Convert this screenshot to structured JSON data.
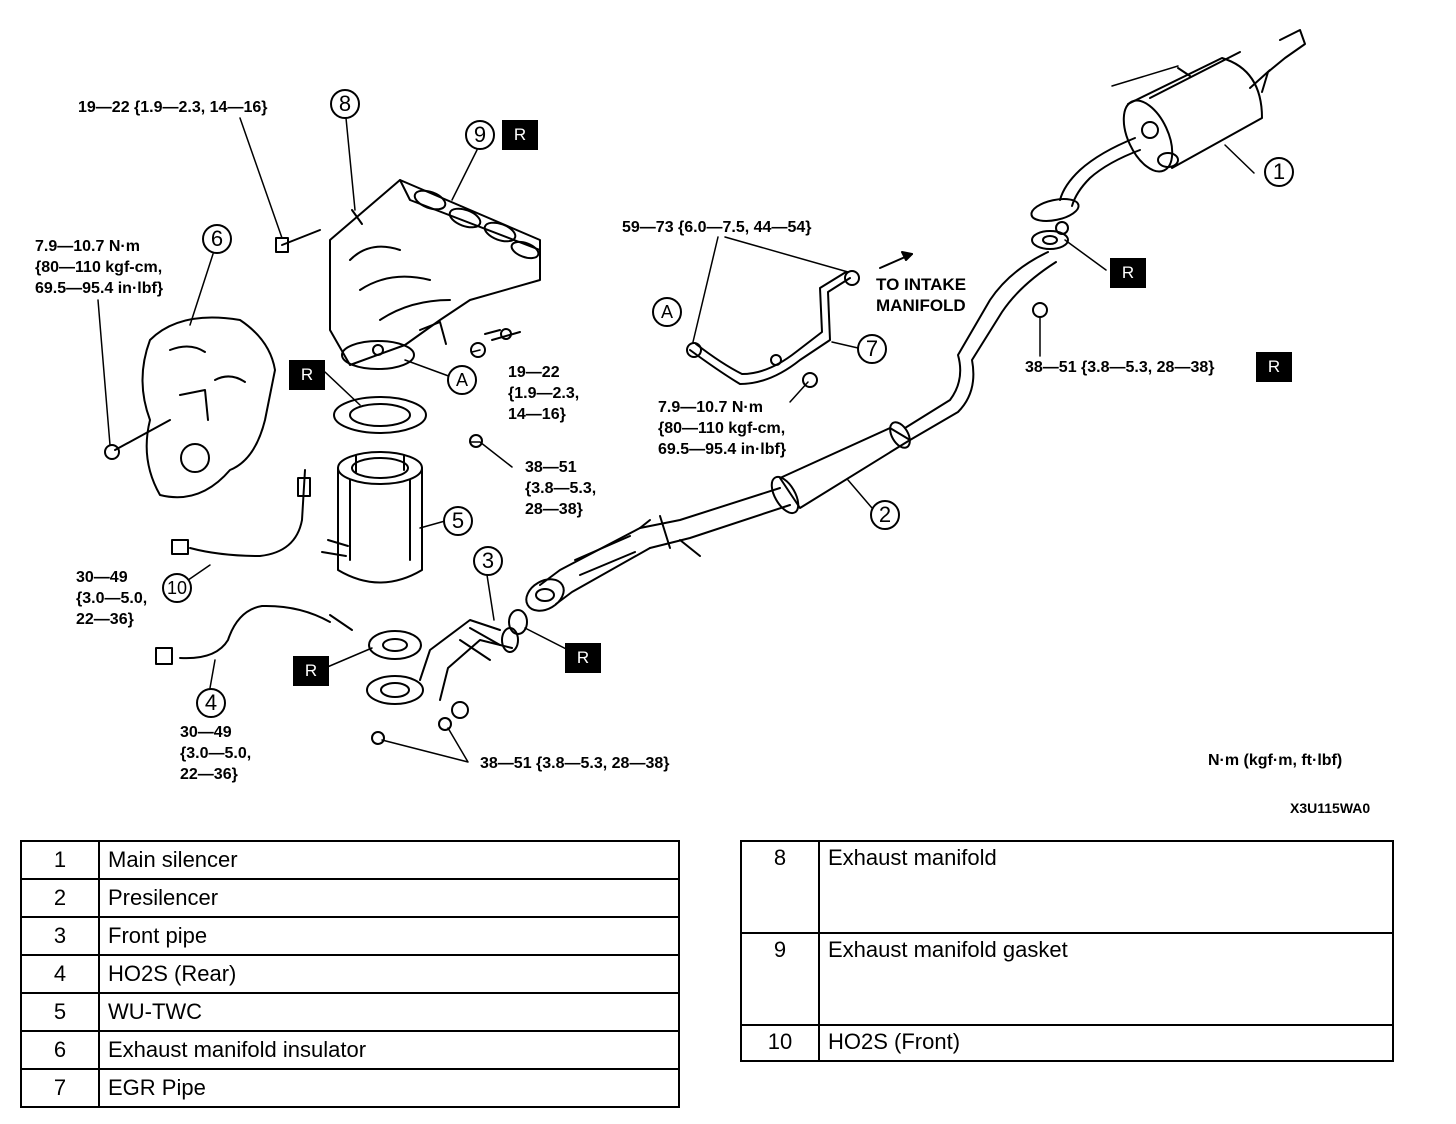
{
  "diagram": {
    "callouts": [
      "1",
      "2",
      "3",
      "4",
      "5",
      "6",
      "7",
      "8",
      "9",
      "10",
      "A",
      "A"
    ],
    "replace_mark": "R",
    "torque_labels": {
      "manifold_bolt_top": "19—22 {1.9—2.3, 14—16}",
      "insulator_bolt": [
        "7.9—10.7 N·m",
        "{80—110 kgf-cm,",
        "69.5—95.4 in·lbf}"
      ],
      "egr_upper": "59—73 {6.0—7.5, 44—54}",
      "egr_lower": [
        "7.9—10.7 N·m",
        "{80—110 kgf-cm,",
        "69.5—95.4 in·lbf}"
      ],
      "manifold_nut_side": [
        "19—22",
        "{1.9—2.3,",
        "14—16}"
      ],
      "twc_nut": [
        "38—51",
        "{3.8—5.3,",
        "28—38}"
      ],
      "ho2s_front": [
        "30—49",
        "{3.0—5.0,",
        "22—36}"
      ],
      "ho2s_rear": [
        "30—49",
        "{3.0—5.0,",
        "22—36}"
      ],
      "front_pipe_nuts": "38—51 {3.8—5.3, 28—38}",
      "silencer_nut": "38—51 {3.8—5.3, 28—38}"
    },
    "to_intake": [
      "TO INTAKE",
      "MANIFOLD"
    ],
    "unit_note": "N·m (kgf·m, ft·lbf)",
    "figure_code": "X3U115WA0"
  },
  "legend_left": [
    {
      "num": "1",
      "name": "Main silencer"
    },
    {
      "num": "2",
      "name": "Presilencer"
    },
    {
      "num": "3",
      "name": "Front pipe"
    },
    {
      "num": "4",
      "name": "HO2S (Rear)"
    },
    {
      "num": "5",
      "name": "WU-TWC"
    },
    {
      "num": "6",
      "name": "Exhaust manifold insulator"
    },
    {
      "num": "7",
      "name": "EGR Pipe"
    }
  ],
  "legend_right": [
    {
      "num": "8",
      "name": "Exhaust manifold"
    },
    {
      "num": "9",
      "name": "Exhaust manifold gasket"
    },
    {
      "num": "10",
      "name": "HO2S (Front)"
    }
  ]
}
